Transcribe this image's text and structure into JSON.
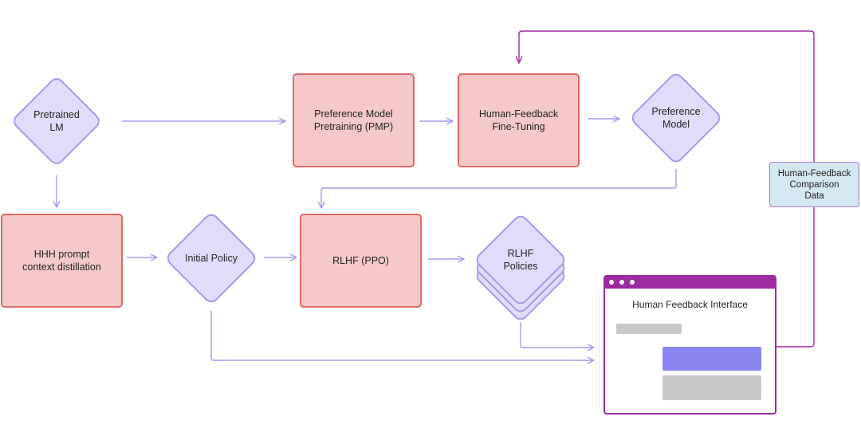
{
  "nodes": {
    "pretrained_lm": "Pretrained\nLM",
    "pmp": "Preference Model\nPretraining (PMP)",
    "hf_finetuning": "Human-Feedback\nFine-Tuning",
    "preference_model": "Preference\nModel",
    "hhh_distillation": "HHH prompt\ncontext distillation",
    "initial_policy": "Initial Policy",
    "rlhf_ppo": "RLHF (PPO)",
    "rlhf_policies": "RLHF\nPolicies",
    "comparison_data": "Human-Feedback\nComparison\nData",
    "interface_title": "Human Feedback Interface"
  },
  "colors": {
    "box_fill": "#f5c9c9",
    "box_border": "#de6868",
    "diamond_fill": "#e0dcfb",
    "diamond_border": "#a79aed",
    "arrow": "#a79aed",
    "window_accent": "#9c2aa0",
    "bubble_user": "#8b86f2",
    "bubble_gray": "#c8c8c8",
    "label_fill": "#d4e8f1"
  }
}
